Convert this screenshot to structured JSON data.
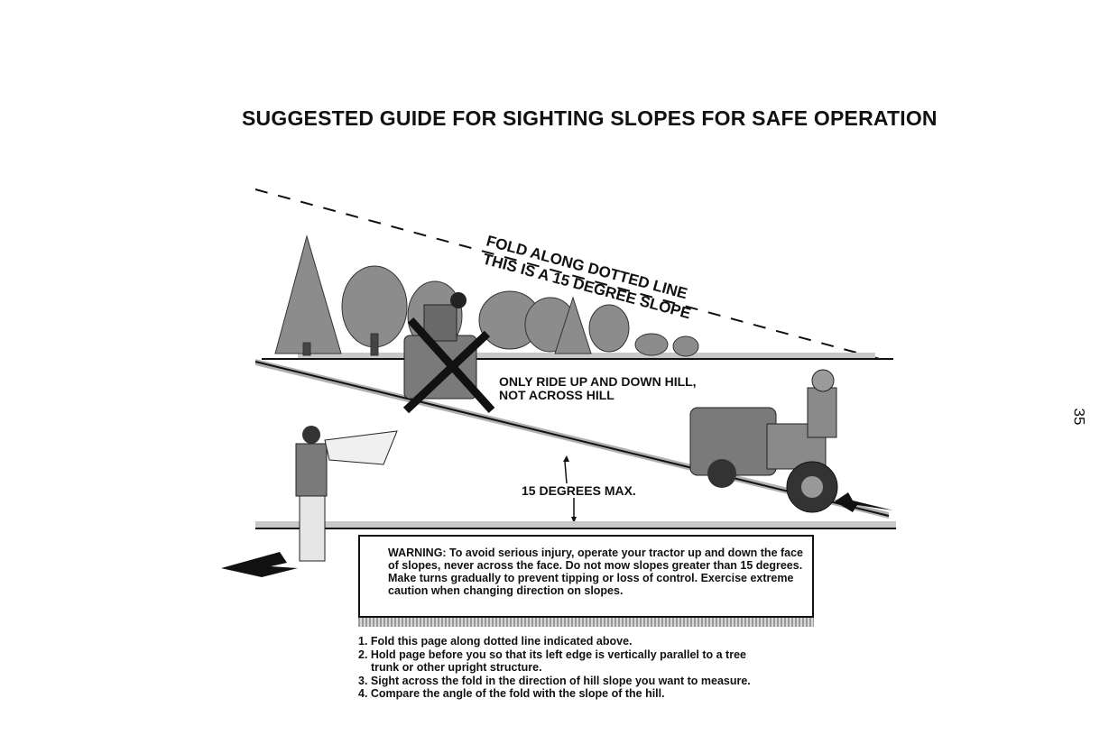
{
  "title": "SUGGESTED GUIDE FOR SIGHTING SLOPES FOR SAFE OPERATION",
  "page_number": "35",
  "fold_text_line1": "FOLD ALONG DOTTED LINE",
  "fold_text_line2": "THIS IS A 15 DEGREE SLOPE",
  "ride_label_line1": "ONLY RIDE UP AND DOWN HILL,",
  "ride_label_line2": "NOT ACROSS HILL",
  "angle_label": "15 DEGREES MAX.",
  "warning": "WARNING: To avoid serious injury, operate your tractor up and down the face of slopes, never across the face. Do not mow slopes greater than 15 degrees. Make turns gradually to prevent tipping or loss of control. Exercise extreme caution when changing direction on slopes.",
  "instructions": {
    "step1": "1. Fold this page along dotted line indicated above.",
    "step2a": "2. Hold page before you so that its left edge is vertically parallel to a tree",
    "step2b": "trunk or other upright structure.",
    "step3": "3. Sight across the fold in the direction of hill slope you want to measure.",
    "step4": "4. Compare the angle of the fold with the slope of the hill."
  },
  "colors": {
    "ink": "#111111",
    "tree_gray": "#8c8c8c",
    "tractor_gray": "#7a7a7a",
    "x_mark": "#111111"
  }
}
